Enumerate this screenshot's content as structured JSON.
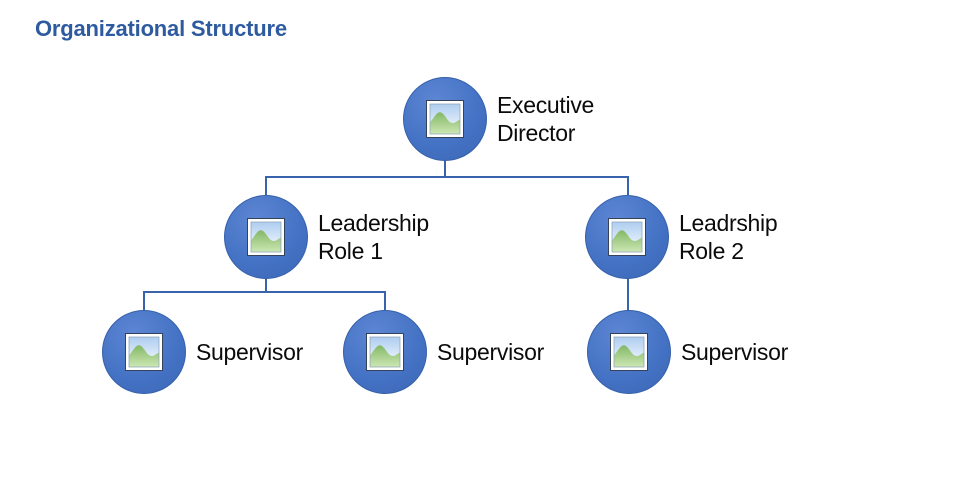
{
  "title": {
    "text": "Organizational Structure"
  },
  "diagram": {
    "nodes": [
      {
        "id": "executive-director",
        "label_lines": [
          "Executive",
          "Director"
        ]
      },
      {
        "id": "leadership-role-1",
        "label_lines": [
          "Leadership",
          "Role 1"
        ]
      },
      {
        "id": "leadership-role-2",
        "label_lines": [
          "Leadrship",
          "Role 2"
        ]
      },
      {
        "id": "supervisor-1",
        "label_lines": [
          "Supervisor"
        ]
      },
      {
        "id": "supervisor-2",
        "label_lines": [
          "Supervisor"
        ]
      },
      {
        "id": "supervisor-3",
        "label_lines": [
          "Supervisor"
        ]
      }
    ],
    "edges": [
      {
        "from": "executive-director",
        "to": "leadership-role-1"
      },
      {
        "from": "executive-director",
        "to": "leadership-role-2"
      },
      {
        "from": "leadership-role-1",
        "to": "supervisor-1"
      },
      {
        "from": "leadership-role-1",
        "to": "supervisor-2"
      },
      {
        "from": "leadership-role-2",
        "to": "supervisor-3"
      }
    ],
    "node_icon": "picture-placeholder"
  },
  "theme": {
    "background": "#FFFFFF",
    "title_color": "#2E5B9F",
    "label_color": "#0B0B0B",
    "line_color": "#3A63AD",
    "circle_fill_top": "#5D86D3",
    "circle_fill_mid": "#4472C4",
    "circle_fill_bottom": "#3C66B4",
    "circle_border": "#3560AB",
    "icon_frame": "#FFFFFF",
    "icon_frame_border": "#32435A",
    "icon_inner_border": "#8FA3B8",
    "icon_sky_top": "#AECDF0",
    "icon_sky_bottom": "#FBFDFE",
    "icon_hill_top": "#83B865",
    "icon_hill_bottom": "#CDE7B4"
  }
}
